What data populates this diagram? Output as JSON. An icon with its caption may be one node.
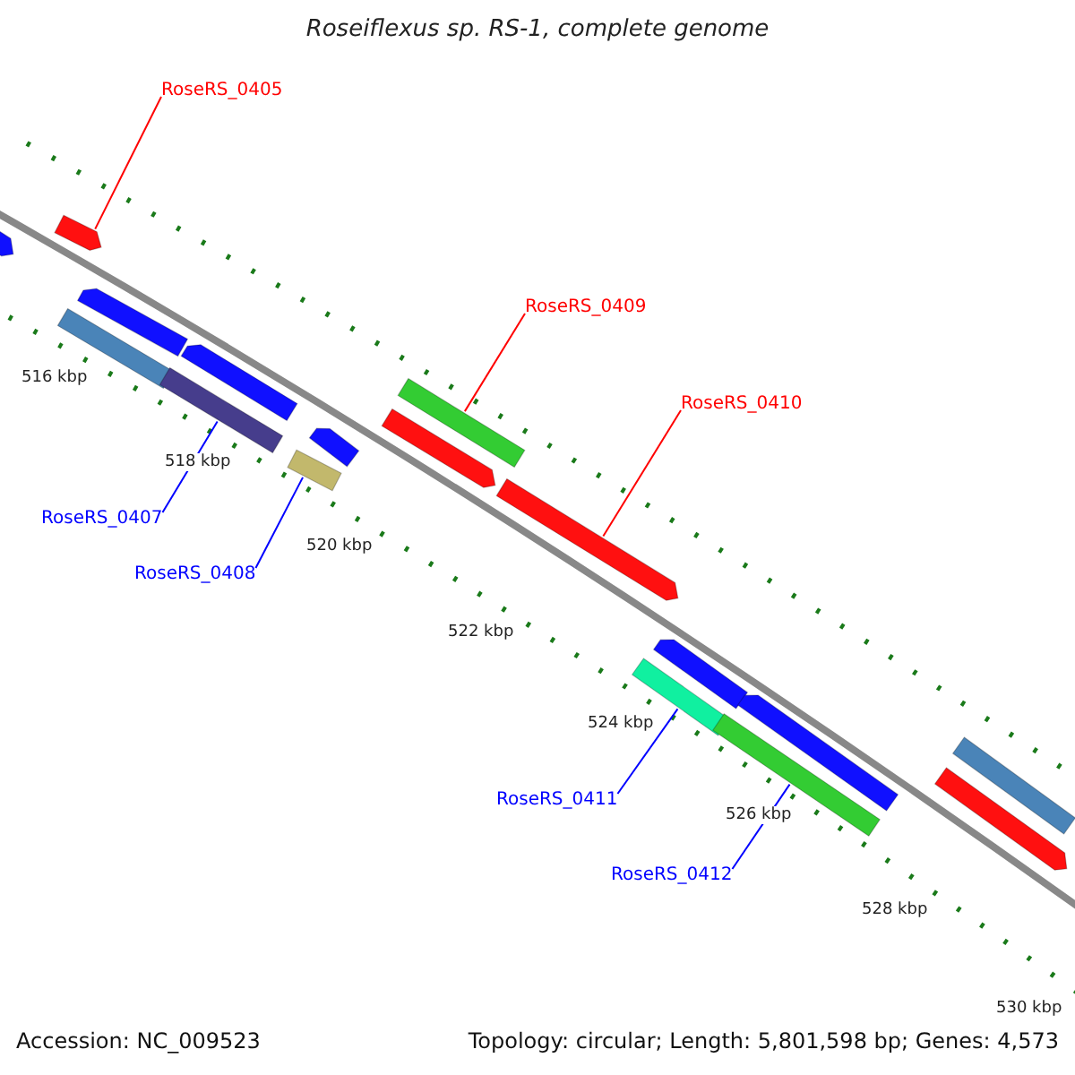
{
  "diagram": {
    "title": "Roseiflexus sp. RS-1, complete genome",
    "nodes": [
      {
        "text": [
          "RoseRS_0405"
        ]
      },
      {
        "text": [],
        "shape": "bar"
      },
      {
        "text": [],
        "shape": "bar"
      },
      {
        "text": [],
        "shape": "bar"
      },
      {
        "text": [],
        "shape": "bar"
      },
      {
        "text": [],
        "shape": "bar"
      },
      {
        "text": [],
        "shape": "bar"
      },
      {
        "text": [],
        "shape": "bar"
      },
      {
        "text": [],
        "shape": "bar"
      },
      {
        "text": [
          "RoseRS_0409"
        ]
      },
      {
        "text": [],
        "shape": "bar"
      },
      {
        "text": [],
        "shape": "bar"
      },
      {
        "text": [
          "RoseRS_0410"
        ]
      },
      {
        "text": [],
        "shape": "bar"
      },
      {
        "text": [
          "RoseRS_0407"
        ]
      },
      {
        "text": [
          "RoseRS_0408"
        ]
      },
      {
        "text": [],
        "shape": "bar"
      },
      {
        "text": [],
        "shape": "bar"
      },
      {
        "text": [],
        "shape": "bar"
      },
      {
        "text": [],
        "shape": "bar"
      },
      {
        "text": [
          "RoseRS_0411"
        ]
      },
      {
        "text": [
          "RoseRS_0412"
        ]
      },
      {
        "text": [],
        "shape": "bar"
      },
      {
        "text": [],
        "shape": "bar"
      }
    ],
    "edges": [
      {
        "from": 0,
        "to": 1,
        "arrow": "none",
        "color": "#ff0000"
      },
      {
        "from": 9,
        "to": 10,
        "arrow": "none",
        "color": "#ff0000"
      },
      {
        "from": 12,
        "to": 13,
        "arrow": "none",
        "color": "#ff0000"
      },
      {
        "from": 14,
        "to": 6,
        "arrow": "none"
      },
      {
        "from": 15,
        "to": 8,
        "arrow": "none"
      },
      {
        "from": 20,
        "to": 17,
        "arrow": "none"
      },
      {
        "from": 21,
        "to": 19,
        "arrow": "none"
      }
    ],
    "labels": [
      "516 kbp",
      "518 kbp",
      "520 kbp",
      "522 kbp",
      "524 kbp",
      "526 kbp",
      "528 kbp",
      "530 kbp",
      "Accession: NC_009523",
      "Topology: circular; Length: 5,801,598 bp; Genes: 4,573"
    ]
  }
}
